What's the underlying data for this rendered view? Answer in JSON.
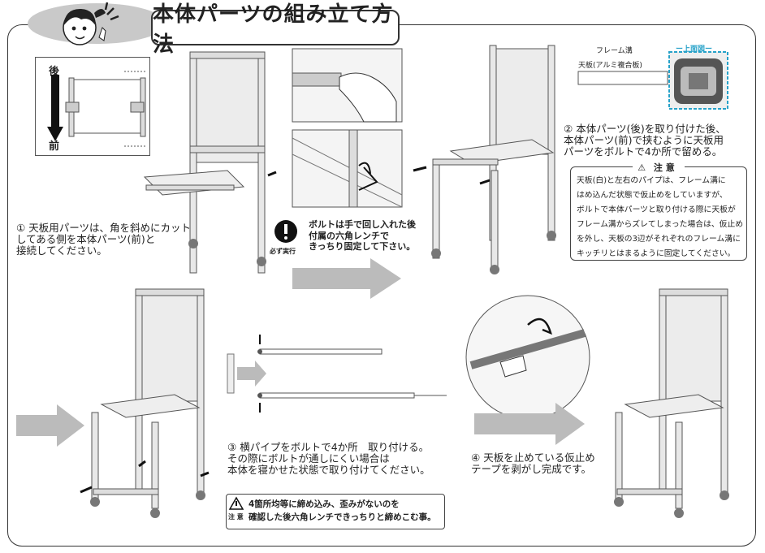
{
  "title": "本体パーツの組み立て方法",
  "top_view": {
    "back_label": "後",
    "front_label": "前"
  },
  "step1": {
    "number": "①",
    "text": "天板用パーツは、角を斜めにカット\nしてある側を本体パーツ(前)と\n接続してください。"
  },
  "must": {
    "label": "必ず実行",
    "text": "ボルトは手で回し入れた後\n付属の六角レンチで\nきっちり固定して下さい。"
  },
  "step2": {
    "number": "②",
    "text": "本体パーツ(後)を取り付けた後、\n本体パーツ(前)で挟むように天板用\nパーツをボルトで4か所で留める。",
    "inset_view": "ー上面図ー",
    "inset_groove": "フレーム溝",
    "inset_board": "天板(アルミ複合板)"
  },
  "caution": {
    "title": "注 意",
    "lines": [
      "天板(白)と左右のパイプは、フレーム溝に",
      "はめ込んだ状態で仮止めをしていますが、",
      "ボルトで本体パーツと取り付ける際に天板が",
      "フレーム溝からズレてしまった場合は、仮止め",
      "を外し、天板の3辺がそれぞれのフレーム溝に",
      "キッチリとはまるように固定してください。"
    ]
  },
  "step3": {
    "number": "③",
    "text": "横パイプをボルトで4か所　取り付ける。\nその際にボルトが通しにくい場合は\n本体を寝かせた状態で取り付けてください。"
  },
  "step4": {
    "number": "④",
    "text": "天板を止めている仮止め\nテープを剥がし完成です。"
  },
  "caution2": {
    "label": "注 意",
    "line1": "4箇所均等に締め込み、歪みがないのを",
    "line2": "確認した後六角レンチできっちりと締めこむ事。"
  }
}
